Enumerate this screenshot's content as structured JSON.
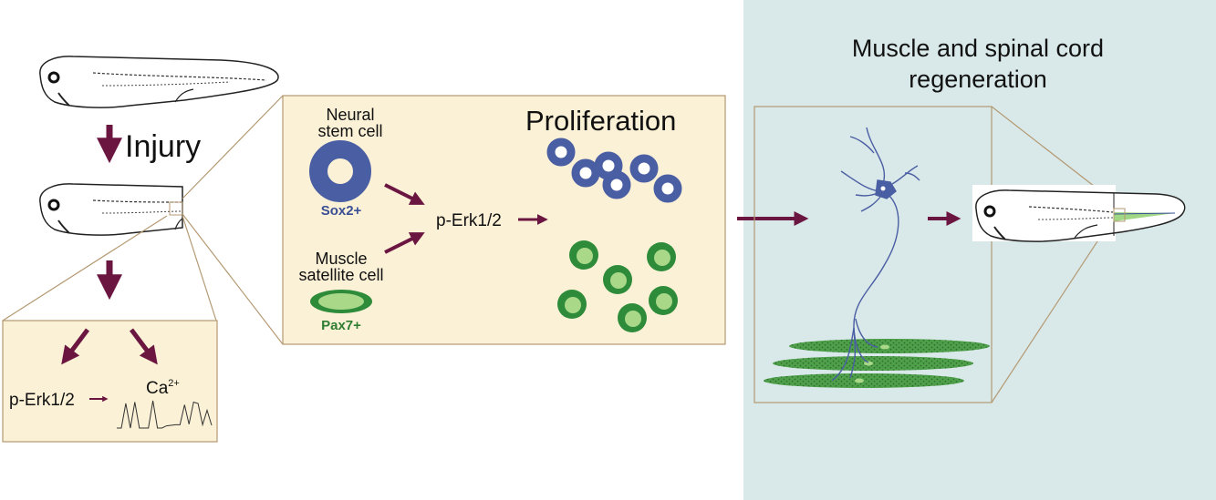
{
  "colors": {
    "arrow": "#6b1640",
    "panel_fill": "#fbf1d6",
    "panel_stroke": "#b49a73",
    "right_bg": "#d9e8e8",
    "neural_blue": "#4a5ea3",
    "muscle_dark_green": "#2e8b3a",
    "muscle_light_green": "#a8d888",
    "sox2_text": "#3a4f96",
    "pax7_text": "#2e7d32"
  },
  "left": {
    "injury_label": "Injury",
    "box": {
      "perk_label": "p-Erk1/2",
      "ca_label": "Ca",
      "ca_superscript": "2+"
    },
    "calcium_trace": [
      0,
      0,
      0.9,
      0,
      0.95,
      0,
      0,
      0,
      1,
      0,
      0,
      0.08,
      0.1,
      0.12,
      0.12,
      0.85,
      0.14,
      0.95,
      0.9,
      0.12,
      0.65,
      0.1
    ]
  },
  "middle": {
    "neural_label_line1": "Neural",
    "neural_label_line2": "stem cell",
    "sox2_label": "Sox2+",
    "muscle_label_line1": "Muscle",
    "muscle_label_line2": "satellite cell",
    "pax7_label": "Pax7+",
    "perk_label": "p-Erk1/2",
    "proliferation_label": "Proliferation"
  },
  "right": {
    "title_line1": "Muscle and spinal cord",
    "title_line2": "regeneration"
  }
}
